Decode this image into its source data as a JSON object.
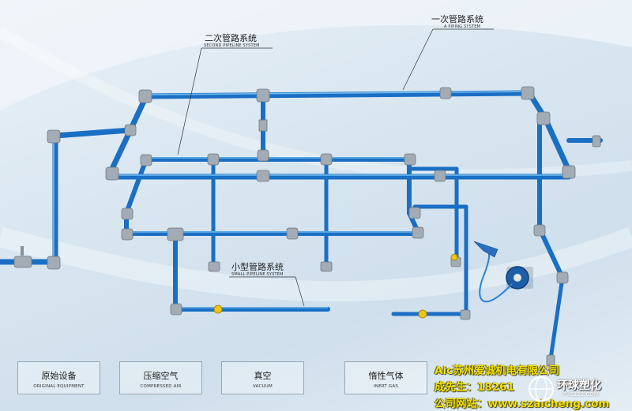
{
  "labels": {
    "primary": {
      "cn": "一次管路系统",
      "en": "A PIPING SYSTEM"
    },
    "secondary": {
      "cn": "二次管路系统",
      "en": "SECOND PIPELINE SYSTEM"
    },
    "small": {
      "cn": "小型管路系统",
      "en": "SMALL PIPELINE SYSTEM"
    }
  },
  "legend": [
    {
      "cn": "原始设备",
      "en": "ORIGINAL EQUIPMENT"
    },
    {
      "cn": "压缩空气",
      "en": "COMPRESSED AIR"
    },
    {
      "cn": "真空",
      "en": "VACUUM"
    },
    {
      "cn": "惰性气体",
      "en": "INERT GAS"
    }
  ],
  "company": {
    "name": "Aic苏州爱诚机电有限公司",
    "contact": "成先生：18261",
    "website": "公司网站：www.szaicheng.com"
  },
  "watermark": {
    "name": "环球塑化",
    "site": "PVC123.COM"
  },
  "colors": {
    "pipe": "#1a6fc4",
    "pipe_light": "#4aa3ea",
    "fitting": "#9aa3ab",
    "valve": "#f1c40f"
  }
}
